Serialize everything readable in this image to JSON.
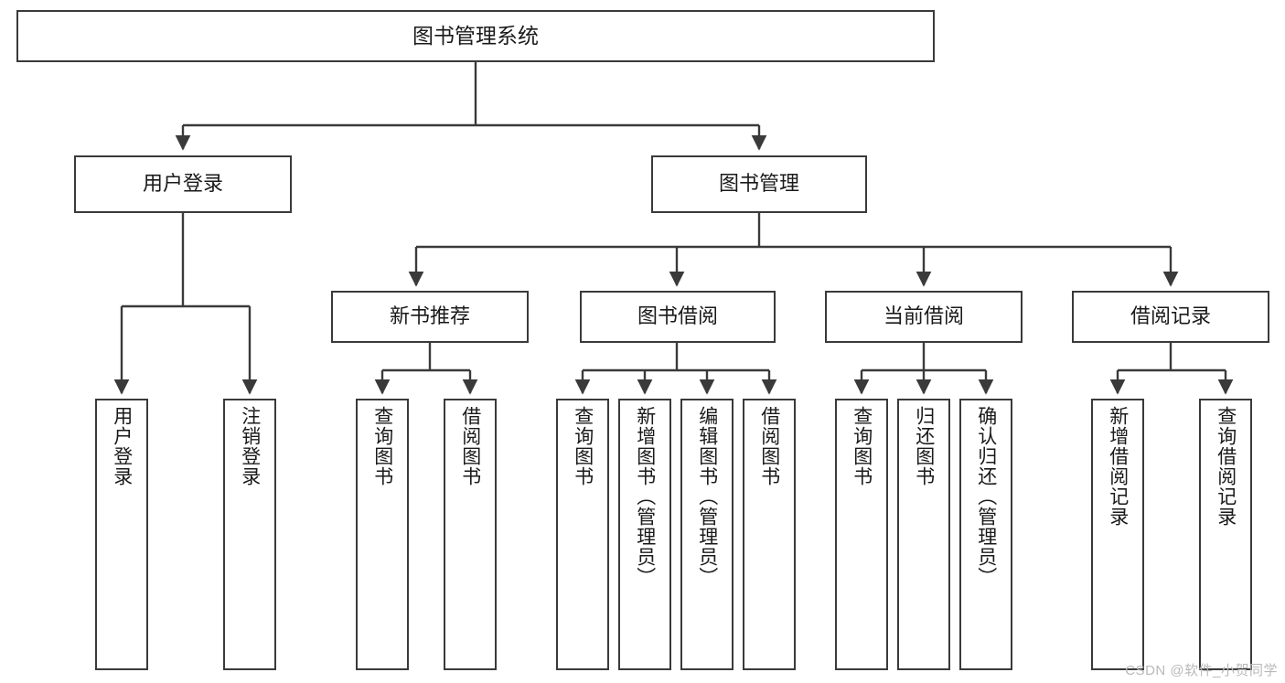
{
  "diagram": {
    "title": "图书管理系统",
    "type": "tree",
    "watermark": "CSDN @软件_小贺同学",
    "style": {
      "box_border_color": "#3a3a3a",
      "box_fill_color": "#ffffff",
      "line_color": "#3a3a3a",
      "text_color": "#1a1a1a",
      "background_color": "#ffffff",
      "watermark_color": "#b9b9b9"
    },
    "nodes": {
      "root": {
        "label": "图书管理系统"
      },
      "level2": [
        {
          "label": "用户登录"
        },
        {
          "label": "图书管理"
        }
      ],
      "level3": [
        {
          "label": "新书推荐"
        },
        {
          "label": "图书借阅"
        },
        {
          "label": "当前借阅"
        },
        {
          "label": "借阅记录"
        }
      ],
      "leaves_user_login": [
        {
          "label": "用户登录"
        },
        {
          "label": "注销登录"
        }
      ],
      "leaves_new_books": [
        {
          "label": "查询图书"
        },
        {
          "label": "借阅图书"
        }
      ],
      "leaves_borrow": [
        {
          "label": "查询图书"
        },
        {
          "label": "新增图书（管理员）"
        },
        {
          "label": "编辑图书（管理员）"
        },
        {
          "label": "借阅图书"
        }
      ],
      "leaves_current": [
        {
          "label": "查询图书"
        },
        {
          "label": "归还图书"
        },
        {
          "label": "确认归还（管理员）"
        }
      ],
      "leaves_records": [
        {
          "label": "新增借阅记录"
        },
        {
          "label": "查询借阅记录"
        }
      ]
    }
  }
}
